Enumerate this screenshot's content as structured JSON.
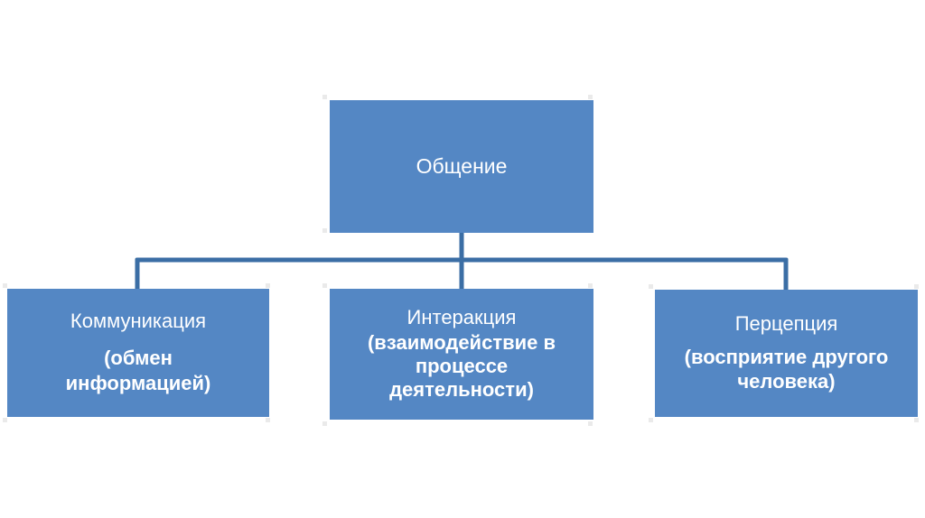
{
  "diagram": {
    "type": "hierarchy",
    "title_text": "Общение",
    "background_color": "#ffffff",
    "node_fill_color": "#5487c4",
    "connector_color": "#3b6ea5",
    "text_color": "#ffffff",
    "root": {
      "id": "root",
      "label": "Общение"
    },
    "children": [
      {
        "id": "communication",
        "title": "Коммуникация",
        "detail_lines": [
          "(обмен",
          "информацией)"
        ]
      },
      {
        "id": "interaction",
        "title": "Интеракция",
        "detail_lines": [
          "(взаимодействие в",
          "процессе",
          "деятельности)"
        ]
      },
      {
        "id": "perception",
        "title": "Перцепция",
        "detail_lines": [
          "(восприятие другого",
          "человека)"
        ]
      }
    ]
  }
}
